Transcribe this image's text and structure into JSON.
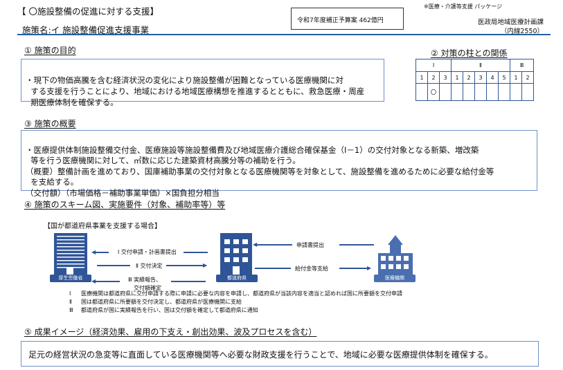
{
  "header": {
    "title": "【 〇施設整備の促進に対する支援】",
    "measure_name": "施策名:イ  施設整備促進支援事業",
    "budget": "令和7年度補正予算案  462億円",
    "package_note": "※医療・介護等支援 パッケージ",
    "department": "医政局地域医療計画課",
    "extension": "（内線2550）"
  },
  "purpose": {
    "heading": "①  施策の目的",
    "lines": [
      "・現下の物価高騰を含む経済状況の変化により施設整備が困難となっている医療機関に対",
      "  する支援を行うことにより、地域における地域医療構想を推進するとともに、救急医療・周産",
      "  期医療体制を確保する。"
    ]
  },
  "relation": {
    "heading": "②  対策の柱との関係",
    "groups": [
      "Ⅰ",
      "Ⅱ",
      "Ⅲ"
    ],
    "numbers": [
      "1",
      "2",
      "3",
      "1",
      "2",
      "3",
      "4",
      "5",
      "1",
      "2"
    ],
    "marks": [
      "",
      "〇",
      "",
      "",
      "",
      "",
      "",
      "",
      "",
      ""
    ]
  },
  "overview": {
    "heading": "③  施策の概要",
    "lines": [
      "・医療提供体制施設整備交付金、医療施設等施設整備費及び地域医療介護総合確保基金（Ⅰ－1）の交付対象となる新築、増改築",
      "  等を行う医療機関に対して、㎡数に応じた建築資材高騰分等の補助を行う。",
      "（概要）整備計画を進めており、国庫補助事業の交付対象となる医療機関等を対象として、施設整備を進めるために必要な給付金等",
      "  を支給する。",
      "（交付額）（市場価格－補助事業単価）×国負担分相当"
    ]
  },
  "scheme": {
    "heading": "④  施策のスキーム図、実施要件（対象、補助率等）等",
    "subheading": "【国が都道府県事業を支援する場合】",
    "ministry": "厚生労働省",
    "prefecture": "都道府県",
    "hospital": "医療機関",
    "arrows": [
      "Ⅰ  交付申請・計画書提出",
      "Ⅱ  交付決定",
      "Ⅲ  実績報告、",
      "交付額確定",
      "申請書提出",
      "給付金等支給"
    ],
    "notes": [
      {
        "num": "Ⅰ",
        "text": "医療機関は都道府県に交付申請する際に申請に必要な内容を申請し、都道府県が当該内容を適当と認めれば国に所要額を交付申請"
      },
      {
        "num": "Ⅱ",
        "text": "国は都道府県に所要額を交付決定し、都道府県が医療機関に支給"
      },
      {
        "num": "Ⅲ",
        "text": "都道府県が国に実績報告を行い、国は交付額を確定して都道府県に通知"
      }
    ]
  },
  "outcome": {
    "heading": "⑤ 成果イメージ（経済効果、雇用の下支え・創出効果、波及プロセスを含む）",
    "text": "足元の経営状況の急変等に直面している医療機関等へ必要な財政支援を行うことで、地域に必要な医療提供体制を確保する。"
  },
  "colors": {
    "accent": "#2f5597",
    "border": "#6f8fc9"
  }
}
